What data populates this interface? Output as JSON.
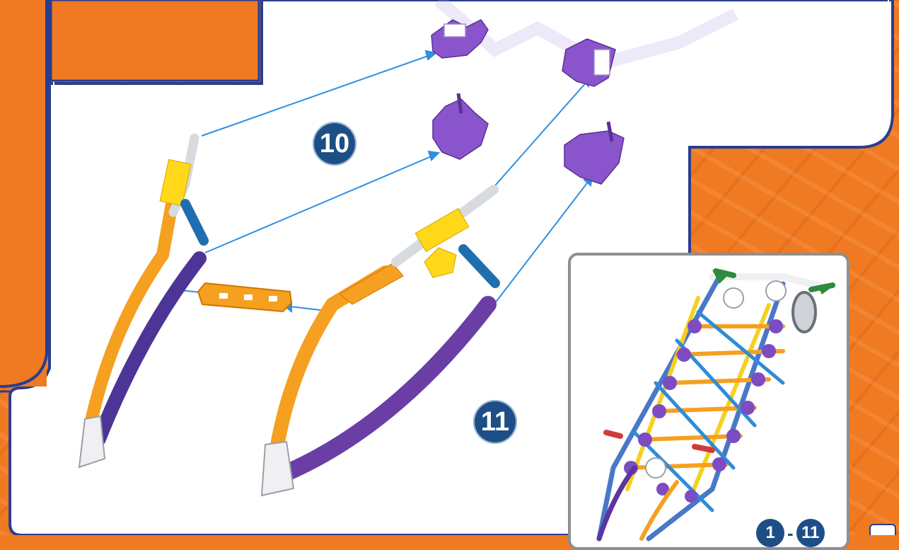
{
  "steps": {
    "step_a": "10",
    "step_b": "11",
    "range_start": "1",
    "range_separator": "-",
    "range_end": "11"
  },
  "colors": {
    "background_orange": "#f07a22",
    "frame_blue": "#2a3d8f",
    "badge_blue": "#1d4f86",
    "arrow_blue": "#2f8fe0",
    "part_orange": "#f5a020",
    "part_purple": "#6b3ea6",
    "connector_purple": "#8a55cc",
    "part_yellow": "#ffd81a",
    "part_blue": "#1f6fb0"
  },
  "icons": [
    "arrow-icon",
    "purple-connector-icon",
    "orange-rod-icon",
    "purple-rod-icon",
    "yellow-clip-icon",
    "blue-rod-icon",
    "white-hinge-icon",
    "assembled-model-icon"
  ]
}
